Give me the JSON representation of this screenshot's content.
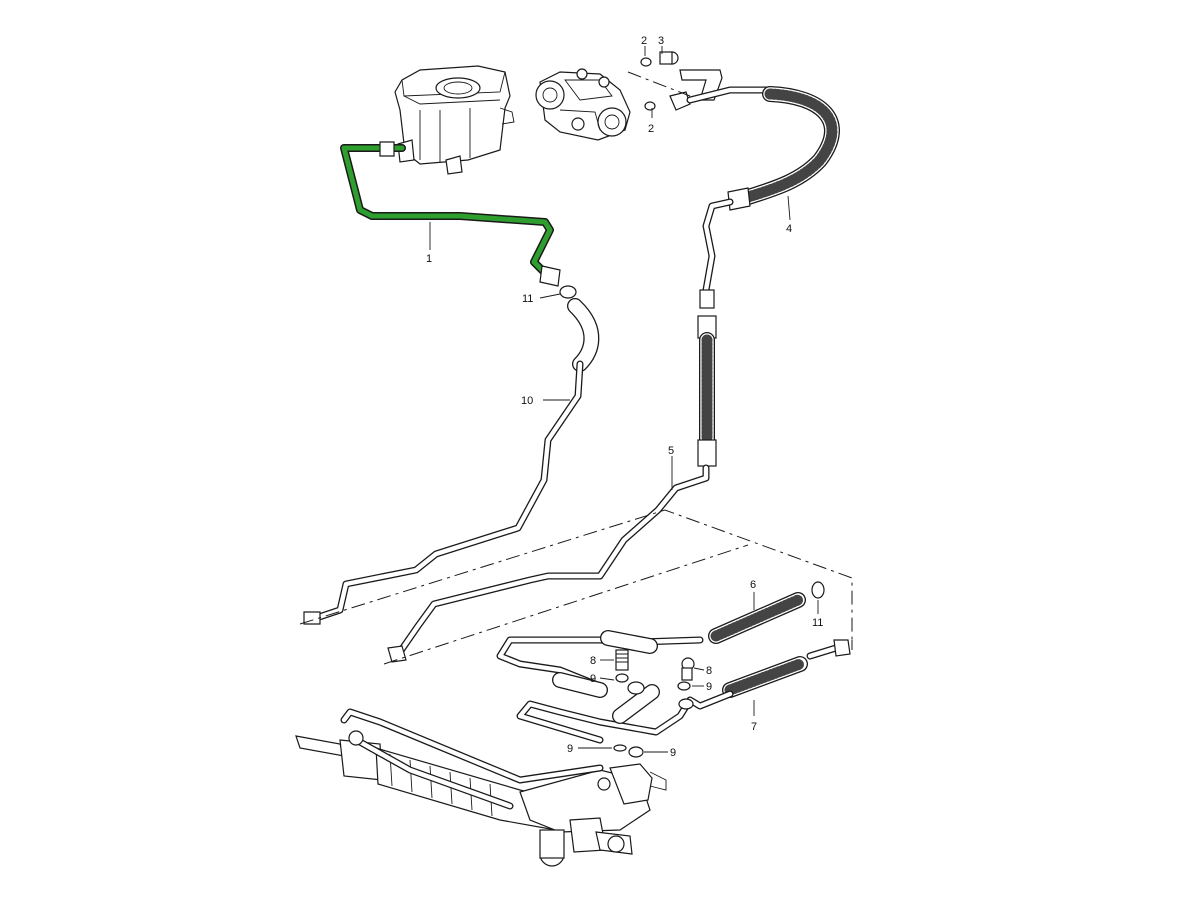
{
  "highlight_color": "#2e9e2e",
  "line_color": "#1a1a1a",
  "callouts": [
    {
      "id": "1",
      "text": "1"
    },
    {
      "id": "2a",
      "text": "2"
    },
    {
      "id": "3",
      "text": "3"
    },
    {
      "id": "2b",
      "text": "2"
    },
    {
      "id": "4",
      "text": "4"
    },
    {
      "id": "11a",
      "text": "11"
    },
    {
      "id": "10",
      "text": "10"
    },
    {
      "id": "5",
      "text": "5"
    },
    {
      "id": "6",
      "text": "6"
    },
    {
      "id": "11b",
      "text": "11"
    },
    {
      "id": "8a",
      "text": "8"
    },
    {
      "id": "9a",
      "text": "9"
    },
    {
      "id": "8b",
      "text": "8"
    },
    {
      "id": "9b",
      "text": "9"
    },
    {
      "id": "7",
      "text": "7"
    },
    {
      "id": "9c",
      "text": "9"
    },
    {
      "id": "9d",
      "text": "9"
    }
  ]
}
